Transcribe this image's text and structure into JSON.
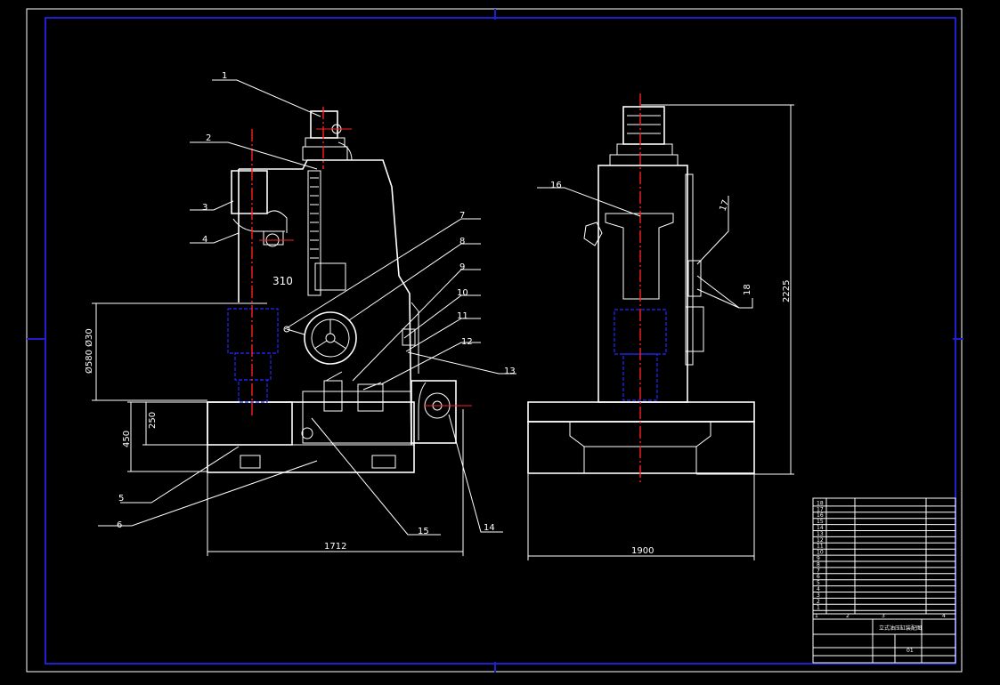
{
  "drawing": {
    "callouts": [
      {
        "num": "1"
      },
      {
        "num": "2"
      },
      {
        "num": "3"
      },
      {
        "num": "4"
      },
      {
        "num": "5"
      },
      {
        "num": "6"
      },
      {
        "num": "7"
      },
      {
        "num": "8"
      },
      {
        "num": "9"
      },
      {
        "num": "10"
      },
      {
        "num": "11"
      },
      {
        "num": "12"
      },
      {
        "num": "13"
      },
      {
        "num": "14"
      },
      {
        "num": "15"
      },
      {
        "num": "16"
      },
      {
        "num": "17"
      },
      {
        "num": "18"
      }
    ],
    "dimensions": {
      "dim_310": "310",
      "dim_580": "Ø580 Ø30",
      "dim_250": "250",
      "dim_450": "450",
      "dim_1712": "1712",
      "dim_1900": "1900",
      "dim_2225": "2225"
    }
  },
  "parts_list": {
    "row_numbers": [
      "18",
      "17",
      "16",
      "15",
      "14",
      "13",
      "12",
      "11",
      "10",
      "9",
      "8",
      "7",
      "6",
      "5",
      "4",
      "3",
      "2",
      "1"
    ],
    "header_nums": [
      "1",
      "2",
      "3",
      "4"
    ]
  },
  "title_block": {
    "title": "立式油压缸装配图",
    "sheet": "01"
  },
  "colors": {
    "background": "#000000",
    "frame": "#1f1fd0",
    "lines": "#ffffff",
    "centerline": "#ff2020",
    "title_text": "#ff40ff"
  }
}
